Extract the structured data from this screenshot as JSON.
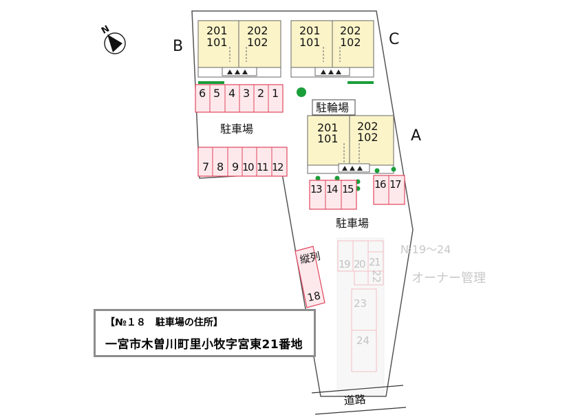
{
  "compass": {
    "north_label": "N"
  },
  "buildings": [
    {
      "id": "B",
      "label": "B",
      "units_top": [
        "201",
        "202"
      ],
      "units_bottom": [
        "101",
        "102"
      ]
    },
    {
      "id": "C",
      "label": "C",
      "units_top": [
        "201",
        "202"
      ],
      "units_bottom": [
        "101",
        "102"
      ]
    },
    {
      "id": "A",
      "label": "A",
      "units_top": [
        "201",
        "202"
      ],
      "units_bottom": [
        "101",
        "102"
      ]
    }
  ],
  "parking_spaces": {
    "row_b_top": [
      "6",
      "5",
      "4",
      "3",
      "2",
      "1"
    ],
    "row_b_bottom": [
      "7",
      "8",
      "9",
      "10",
      "11",
      "12"
    ],
    "row_a_left": [
      "13",
      "14",
      "15"
    ],
    "row_a_right": [
      "16",
      "17"
    ],
    "tandem_label": "縦列",
    "tandem_number": "18",
    "owner_block_top": [
      "19",
      "20",
      "21"
    ],
    "owner_side": "22",
    "owner_lower": [
      "23",
      "24"
    ]
  },
  "labels": {
    "bicycle_parking": "駐輪場",
    "parking_lot_1": "駐車場",
    "parking_lot_2": "駐車場",
    "owner_range": "№19～24",
    "owner_managed": "オーナー管理",
    "road": "道路"
  },
  "address": {
    "title": "【№１８　駐車場の住所】",
    "text": "一宮市木曽川町里小牧字宮東21番地"
  },
  "colors": {
    "building_fill": "#fbf4c9",
    "parking_fill": "#fde9ec",
    "parking_stroke": "#e0455e",
    "owner_stroke": "#f2b6c0",
    "green": "#1a9e3a"
  }
}
